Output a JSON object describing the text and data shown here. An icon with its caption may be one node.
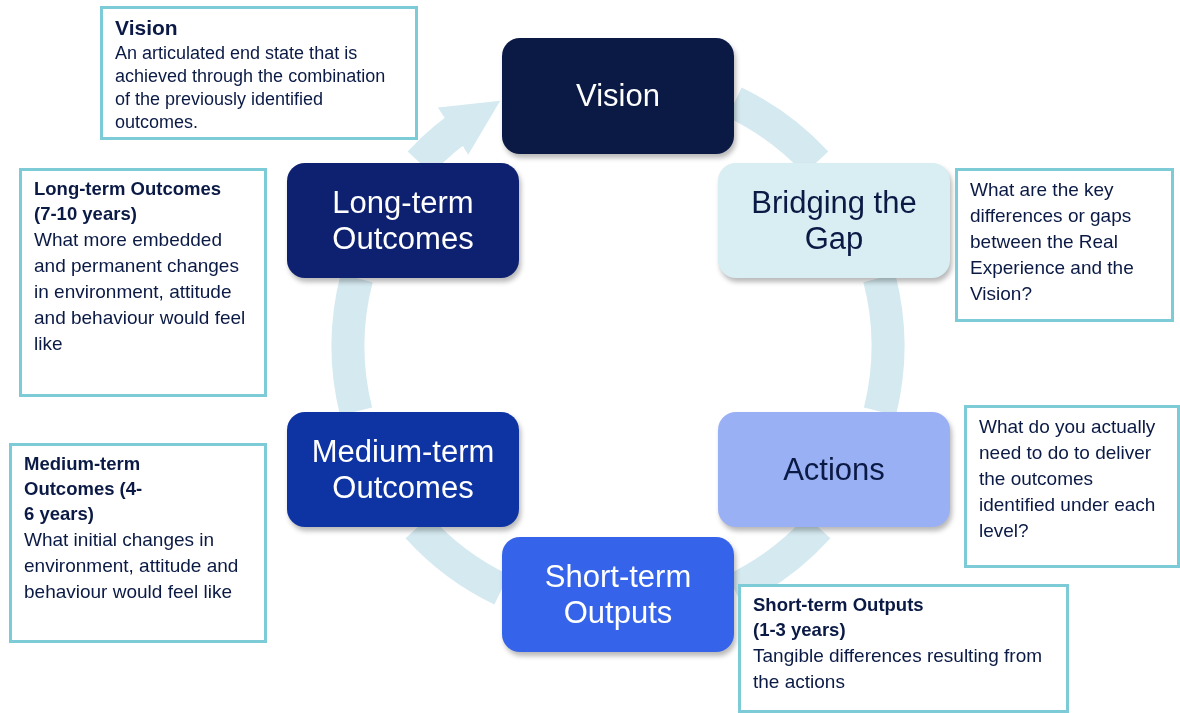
{
  "diagram": {
    "nodes": [
      {
        "text": [
          "Vision"
        ]
      },
      {
        "text": [
          "Bridging the Gap"
        ]
      },
      {
        "text": [
          "Actions"
        ]
      },
      {
        "text": [
          "Short-term Outputs"
        ]
      },
      {
        "text": [
          "Medium-term Outcomes"
        ]
      },
      {
        "text": [
          "Long-term Outcomes"
        ]
      },
      {
        "text": [
          "Vision",
          "An articulated end state that is achieved through the combination of the previously identified outcomes."
        ]
      },
      {
        "text": [
          "Long-term Outcomes (7-10 years)",
          "What more embedded and permanent changes in environment, attitude and behaviour would feel like"
        ]
      },
      {
        "text": [
          "What are the key differences or gaps between the Real Experience and the Vision?"
        ]
      },
      {
        "text": [
          "What do you actually need to do to deliver the outcomes identified under each level?"
        ]
      },
      {
        "text": [
          "Medium-term Outcomes (4-6 years)",
          "What initial changes in environment, attitude and behaviour would feel like"
        ]
      },
      {
        "text": [
          "Short-term Outputs (1-3 years)",
          "Tangible differences resulting from the actions"
        ]
      }
    ],
    "edges": [
      {
        "from": 0,
        "to": 1,
        "arrow": "none"
      },
      {
        "from": 1,
        "to": 2,
        "arrow": "none"
      },
      {
        "from": 2,
        "to": 3,
        "arrow": "none"
      },
      {
        "from": 3,
        "to": 4,
        "arrow": "none"
      },
      {
        "from": 4,
        "to": 5,
        "arrow": "none"
      },
      {
        "from": 5,
        "to": 0,
        "arrow": "to"
      }
    ]
  }
}
